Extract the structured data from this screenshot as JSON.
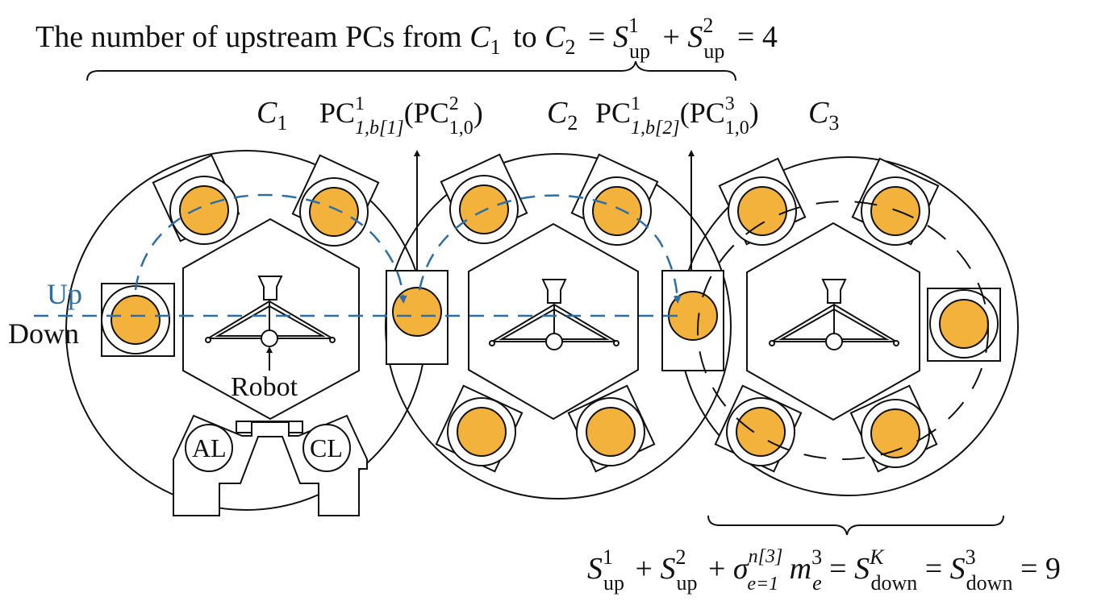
{
  "colors": {
    "ink": "#111111",
    "route_blue": "#2e6ea6",
    "wafer_fill": "#f2b23b",
    "background": "#ffffff"
  },
  "top_formula": {
    "prefix": "The number of upstream PCs from",
    "c1_base": "C",
    "c1_sub": "1",
    "to_word": "to",
    "c2_base": "C",
    "c2_sub": "2",
    "eq": "=",
    "s1_base": "S",
    "s1_sup": "1",
    "s1_sub": "up",
    "plus": "+",
    "s2_base": "S",
    "s2_sup": "2",
    "s2_sub": "up",
    "eq2": "=",
    "result": "4"
  },
  "clusters": {
    "c1": {
      "base": "C",
      "sub": "1"
    },
    "c2": {
      "base": "C",
      "sub": "2"
    },
    "c3": {
      "base": "C",
      "sub": "3"
    }
  },
  "buffer_labels": {
    "b1": {
      "base": "PC",
      "sup": "1",
      "sub": "1,b[1]",
      "paren_base": "(PC",
      "paren_sup": "2",
      "paren_sub": "1,0",
      "close": ")"
    },
    "b2": {
      "base": "PC",
      "sup": "1",
      "sub": "1,b[2]",
      "paren_base": "(PC",
      "paren_sup": "3",
      "paren_sub": "1,0",
      "close": ")"
    }
  },
  "legend": {
    "up": "Up",
    "down": "Down"
  },
  "robot_label": "Robot",
  "loadlocks": {
    "al": "AL",
    "cl": "CL"
  },
  "bottom_formula": {
    "s1_base": "S",
    "s1_sup": "1",
    "s1_sub": "up",
    "plus1": "+",
    "s2_base": "S",
    "s2_sup": "2",
    "s2_sub": "up",
    "plus2": "+",
    "sigma": "σ",
    "sigma_sup": "n[3]",
    "sigma_sub": "e=1",
    "m_base": "m",
    "m_sup": "3",
    "m_sub": "e",
    "eq1": "=",
    "sk_base": "S",
    "sk_sup": "K",
    "sk_sub": "down",
    "eq2": "=",
    "s3_base": "S",
    "s3_sup": "3",
    "s3_sub": "down",
    "eq3": "=",
    "result": "9"
  }
}
